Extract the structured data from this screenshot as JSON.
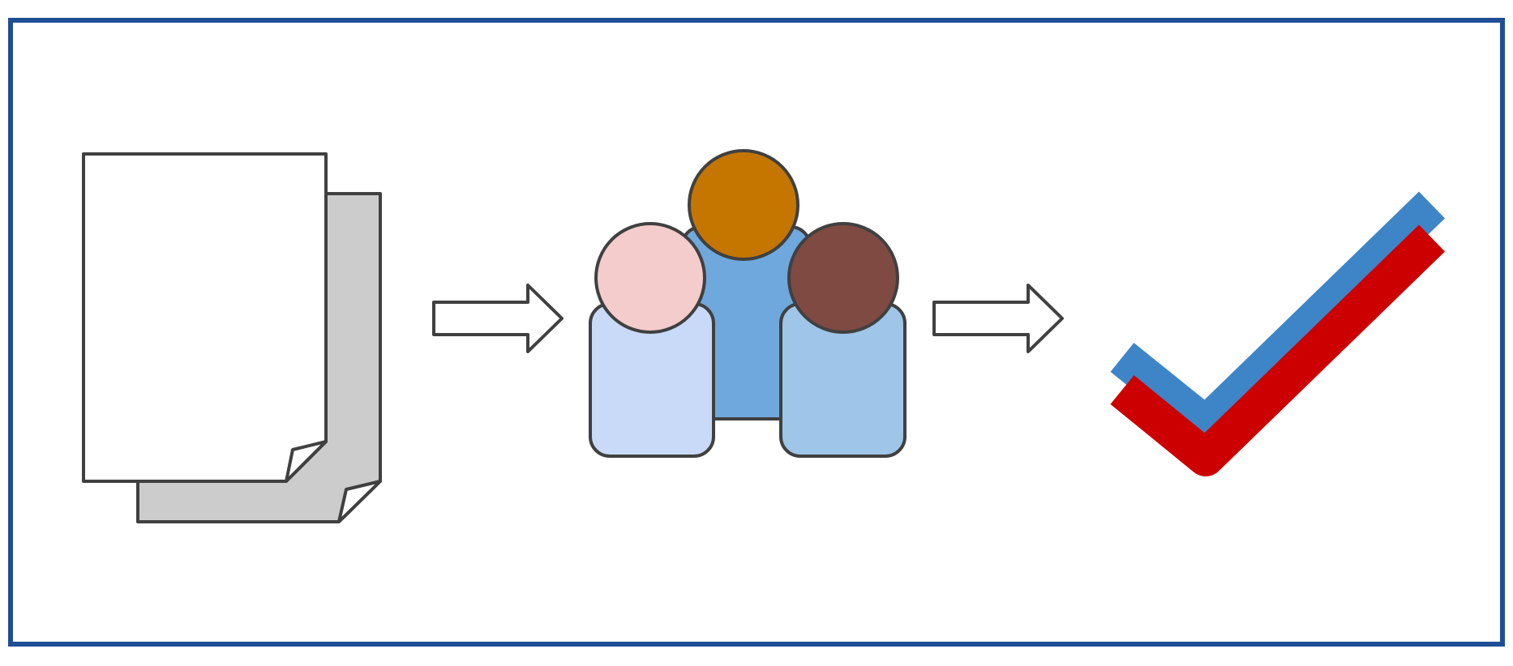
{
  "diagram": {
    "frame_color": "#1F4E95",
    "stroke_color": "#404040",
    "documents": {
      "icon": "document-stack",
      "front_page_fill": "#FFFFFF",
      "back_page_fill": "#CCCCCC"
    },
    "arrows": {
      "icon": "right-arrow",
      "fill": "#FFFFFF"
    },
    "people": {
      "icon": "people-group",
      "center": {
        "head": "#C47600",
        "body": "#6FA8DC"
      },
      "left": {
        "head": "#F4CCCC",
        "body": "#C9DAF8"
      },
      "right": {
        "head": "#7F4A42",
        "body": "#9FC5E8"
      }
    },
    "checkmarks": {
      "icon": "checkmark",
      "back_color": "#3D85C6",
      "front_color": "#CC0000"
    }
  }
}
